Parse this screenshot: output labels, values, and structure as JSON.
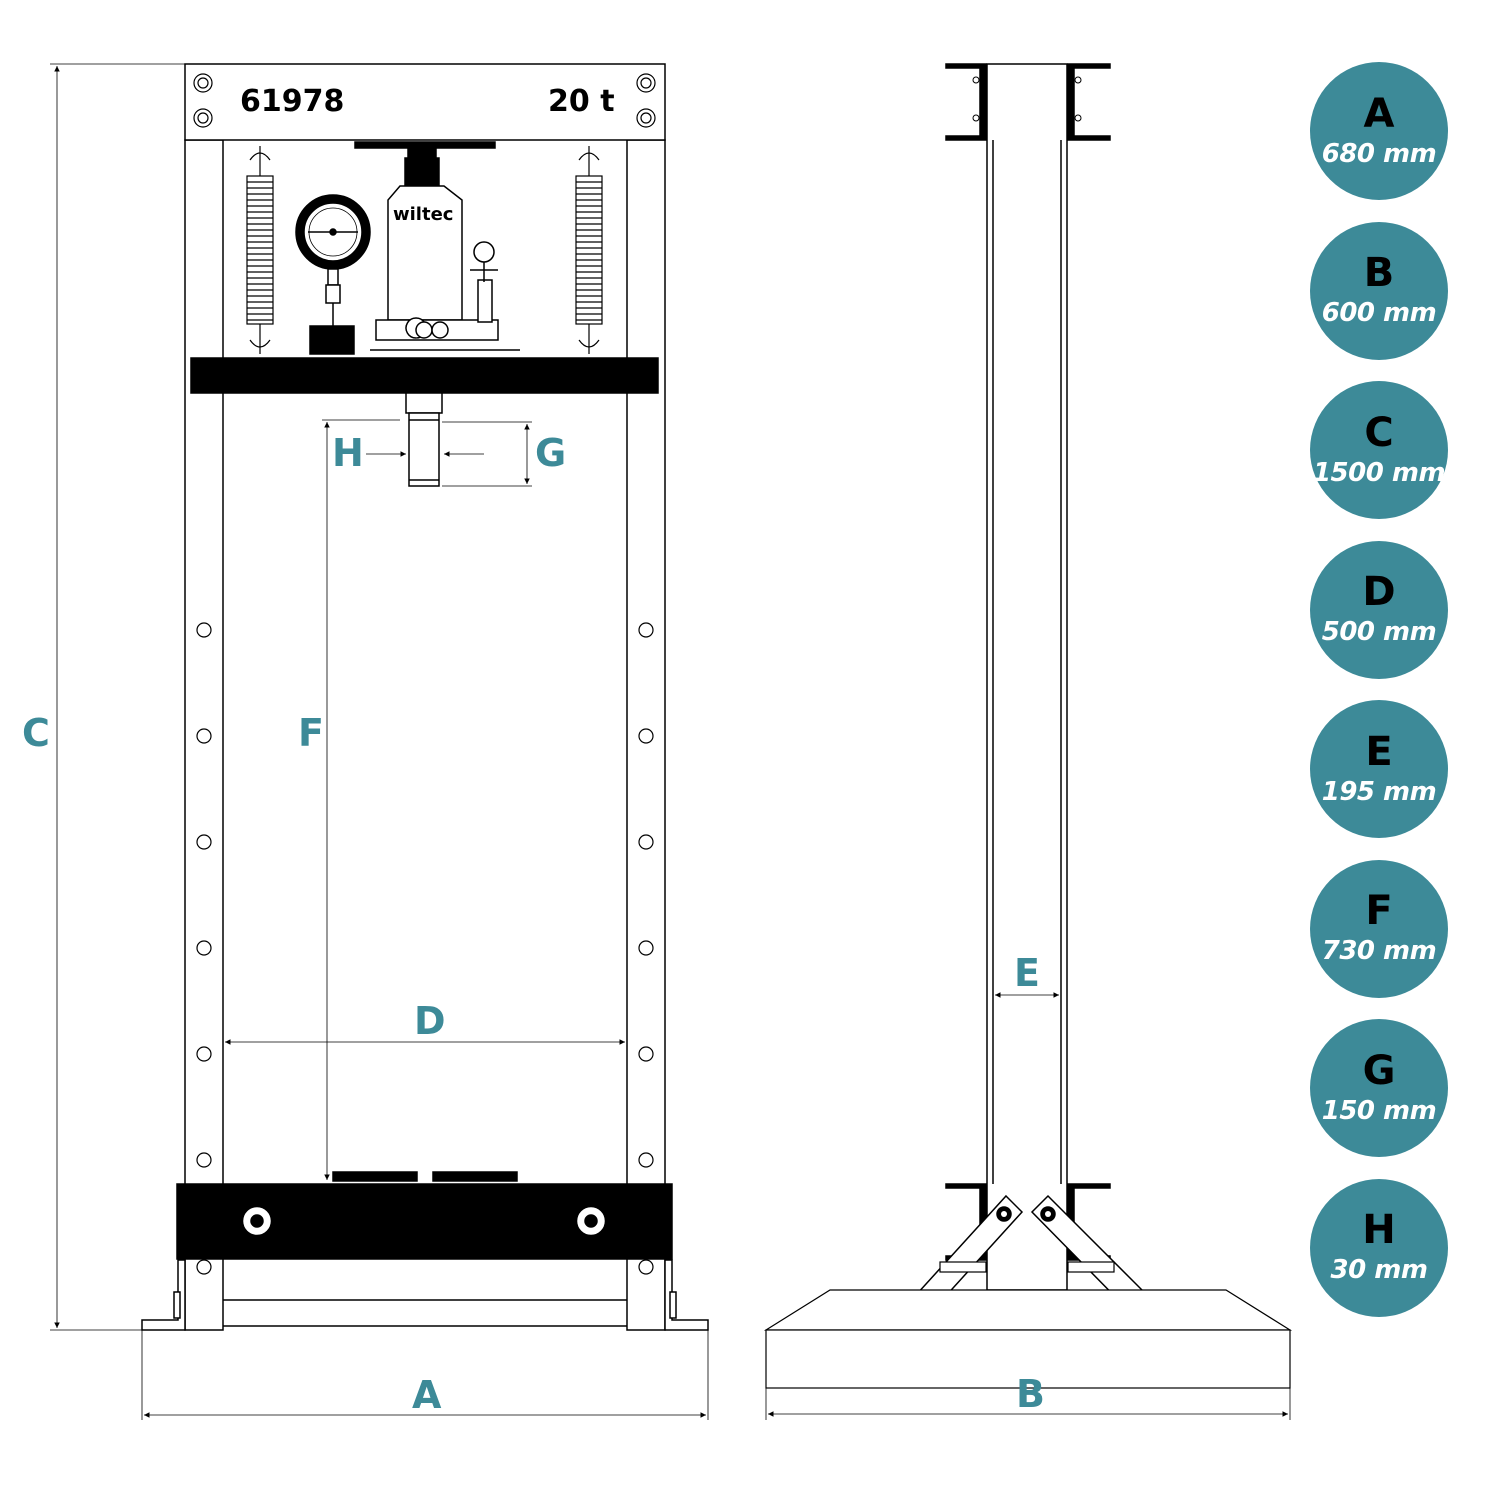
{
  "front_view": {
    "model_number": "61978",
    "capacity": "20 t",
    "jack_brand": "wiltec",
    "dimension_labels": {
      "a": "A",
      "c": "C",
      "d": "D",
      "f": "F",
      "g": "G",
      "h": "H"
    }
  },
  "side_view": {
    "dimension_labels": {
      "b": "B",
      "e": "E"
    }
  },
  "legend": [
    {
      "letter": "A",
      "value": "680 mm"
    },
    {
      "letter": "B",
      "value": "600 mm"
    },
    {
      "letter": "C",
      "value": "1500 mm"
    },
    {
      "letter": "D",
      "value": "500 mm"
    },
    {
      "letter": "E",
      "value": "195 mm"
    },
    {
      "letter": "F",
      "value": "730 mm"
    },
    {
      "letter": "G",
      "value": "150 mm"
    },
    {
      "letter": "H",
      "value": "30 mm"
    }
  ],
  "colors": {
    "accent": "#3d8a98",
    "ink": "#000000"
  }
}
